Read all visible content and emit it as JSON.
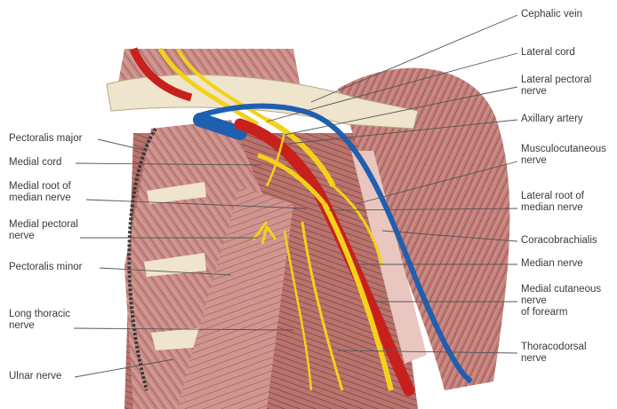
{
  "colors": {
    "muscle": "#c98c86",
    "muscle_dark": "#8e4f4b",
    "fiber": "#7a3a37",
    "bone": "#efe4cc",
    "artery": "#c8211d",
    "vein": "#1f5fb0",
    "nerve": "#f2d21a",
    "leader": "#555555"
  },
  "labels": {
    "left": [
      {
        "id": "pectoralis-major",
        "lines": [
          "Pectoralis major"
        ]
      },
      {
        "id": "medial-cord",
        "lines": [
          "Medial cord"
        ]
      },
      {
        "id": "medial-root-median",
        "lines": [
          "Medial root of",
          "median nerve"
        ]
      },
      {
        "id": "medial-pectoral",
        "lines": [
          "Medial pectoral",
          "nerve"
        ]
      },
      {
        "id": "pectoralis-minor",
        "lines": [
          "Pectoralis minor"
        ]
      },
      {
        "id": "long-thoracic",
        "lines": [
          "Long thoracic",
          "nerve"
        ]
      },
      {
        "id": "ulnar-nerve",
        "lines": [
          "Ulnar nerve"
        ]
      }
    ],
    "right": [
      {
        "id": "cephalic-vein",
        "lines": [
          "Cephalic vein"
        ]
      },
      {
        "id": "lateral-cord",
        "lines": [
          "Lateral cord"
        ]
      },
      {
        "id": "lateral-pectoral",
        "lines": [
          "Lateral pectoral",
          "nerve"
        ]
      },
      {
        "id": "axillary-artery",
        "lines": [
          "Axillary artery"
        ]
      },
      {
        "id": "musculocutaneous",
        "lines": [
          "Musculocutaneous",
          "nerve"
        ]
      },
      {
        "id": "lateral-root-median",
        "lines": [
          "Lateral root of",
          "median nerve"
        ]
      },
      {
        "id": "coracobrachialis",
        "lines": [
          "Coracobrachialis"
        ]
      },
      {
        "id": "median-nerve",
        "lines": [
          "Median nerve"
        ]
      },
      {
        "id": "medial-cutaneous",
        "lines": [
          "Medial cutaneous",
          "nerve",
          "of forearm"
        ]
      },
      {
        "id": "thoracodorsal",
        "lines": [
          "Thoracodorsal",
          "nerve"
        ]
      }
    ]
  }
}
